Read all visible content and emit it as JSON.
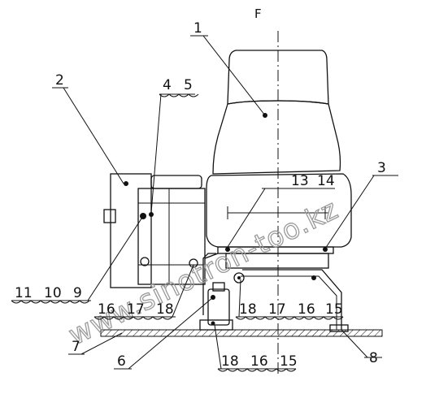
{
  "figure": {
    "top_label": "F",
    "watermark": "www.sinotron-too.kz",
    "callouts": [
      {
        "id": "1",
        "text": "1"
      },
      {
        "id": "2",
        "text": "2"
      },
      {
        "id": "3",
        "text": "3"
      },
      {
        "id": "4",
        "text": "4"
      },
      {
        "id": "5",
        "text": "5"
      },
      {
        "id": "6",
        "text": "6"
      },
      {
        "id": "7",
        "text": "7"
      },
      {
        "id": "8",
        "text": "8"
      },
      {
        "id": "9",
        "text": "9"
      },
      {
        "id": "10",
        "text": "10"
      },
      {
        "id": "11",
        "text": "11"
      },
      {
        "id": "13",
        "text": "13"
      },
      {
        "id": "14",
        "text": "14"
      },
      {
        "id": "15a",
        "text": "15"
      },
      {
        "id": "15b",
        "text": "15"
      },
      {
        "id": "16a",
        "text": "16"
      },
      {
        "id": "16b",
        "text": "16"
      },
      {
        "id": "16c",
        "text": "16"
      },
      {
        "id": "17a",
        "text": "17"
      },
      {
        "id": "17b",
        "text": "17"
      },
      {
        "id": "18a",
        "text": "18"
      },
      {
        "id": "18b",
        "text": "18"
      },
      {
        "id": "18c",
        "text": "18"
      }
    ]
  }
}
